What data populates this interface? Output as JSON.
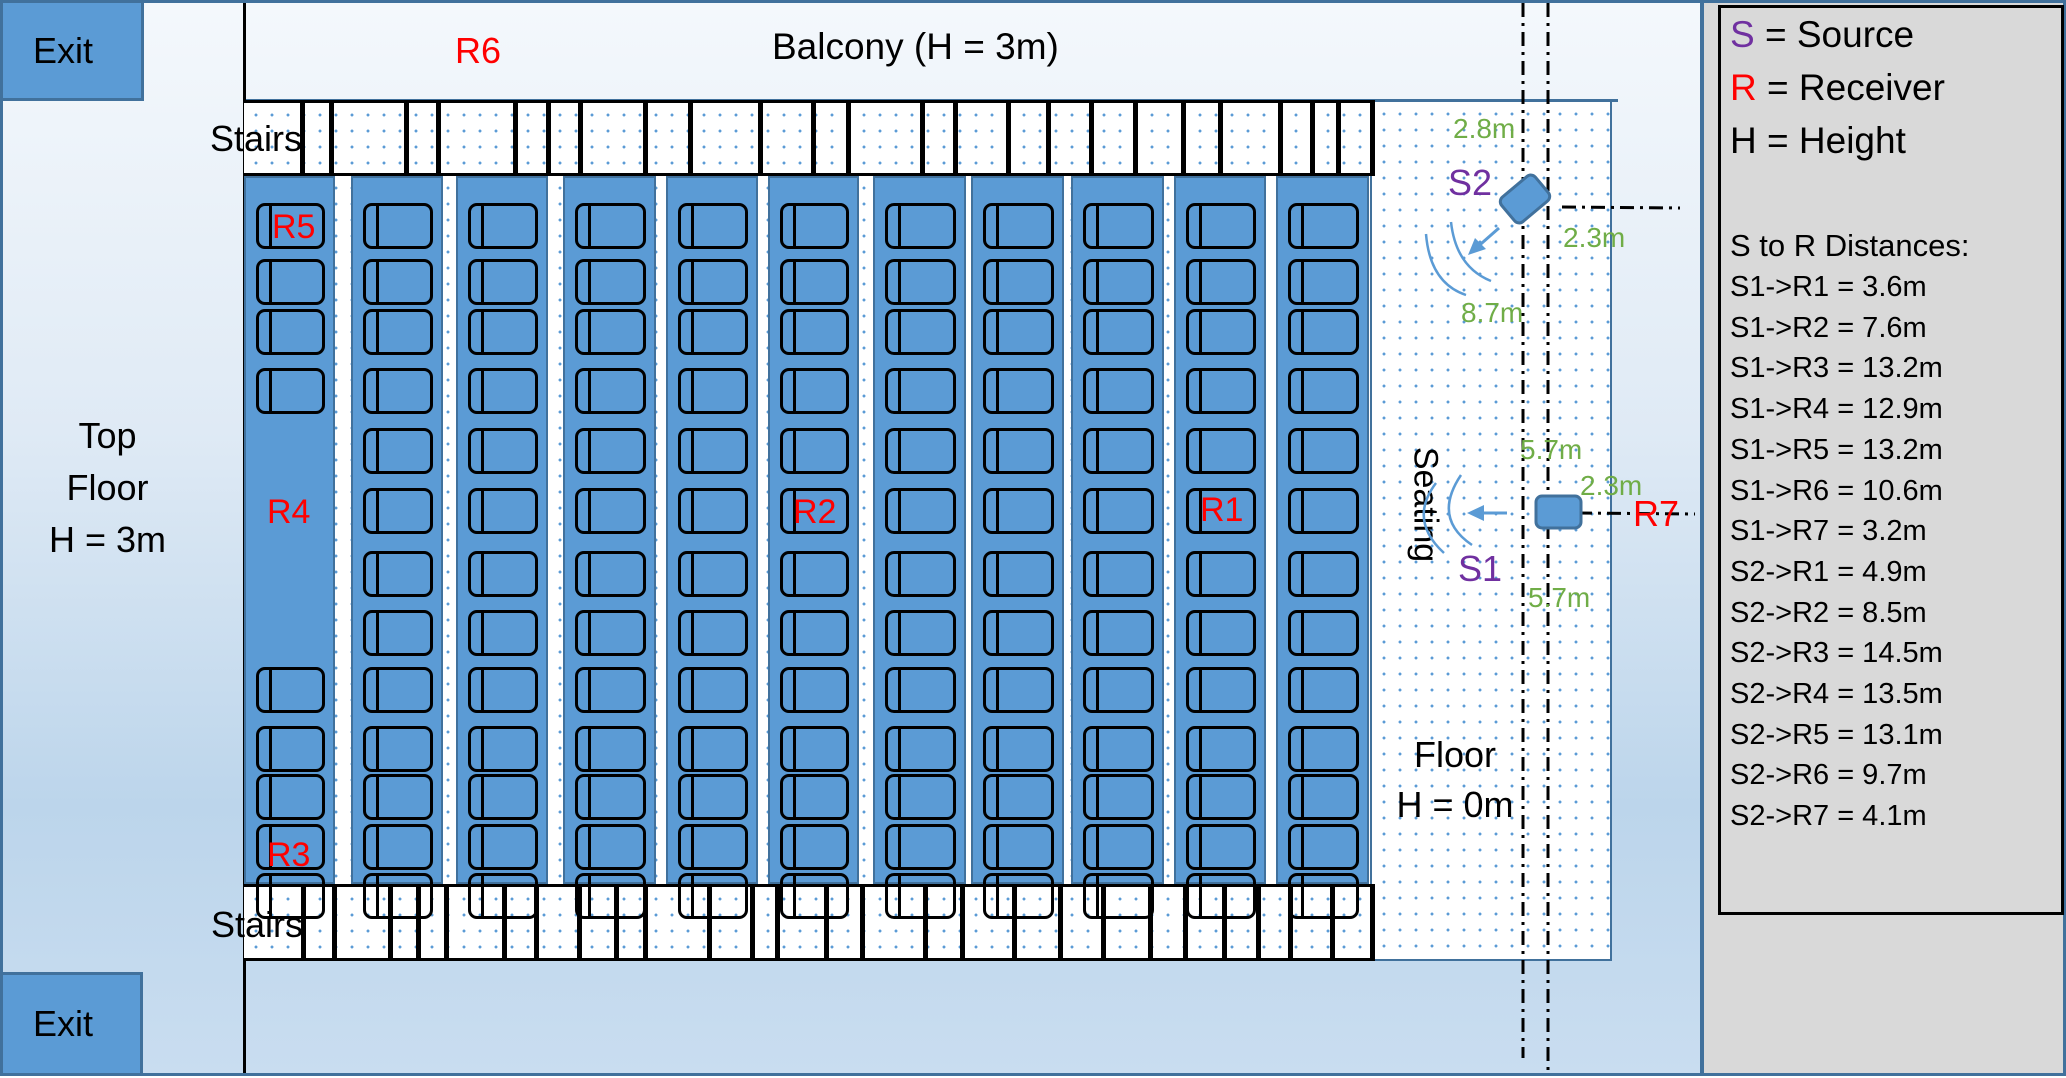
{
  "title": "Auditorium source/receiver layout",
  "exits": [
    {
      "label": "Exit"
    },
    {
      "label": "Exit"
    }
  ],
  "balcony": {
    "label": "Balcony (H = 3m)",
    "receiver": "R6"
  },
  "top_floor": {
    "line1": "Top",
    "line2": "Floor",
    "line3": "H = 3m"
  },
  "stairs": [
    {
      "label": "Stairs"
    },
    {
      "label": "Stairs"
    }
  ],
  "floor": {
    "line1": "Floor",
    "line2": "H = 0m"
  },
  "seating_label": "Seating",
  "receivers": {
    "R1": "R1",
    "R2": "R2",
    "R3": "R3",
    "R4": "R4",
    "R5": "R5",
    "R6": "R6",
    "R7": "R7"
  },
  "sources": {
    "S1": {
      "label": "S1",
      "dist_top": "5.7m",
      "dist_bottom": "5.7m",
      "dist_right": "2.3m"
    },
    "S2": {
      "label": "S2",
      "dist_top": "2.8m",
      "dist_right": "2.3m",
      "dist_bottom": "8.7m"
    }
  },
  "seat_columns": {
    "count": 11,
    "seats_per_column": 13,
    "first_column_top_seats": 4,
    "first_column_bottom_seats": 5
  },
  "colors": {
    "source": "#7030a0",
    "receiver": "#ff0000",
    "distance": "#70ad47",
    "seat_block": "#5b9bd5",
    "border": "#41719c"
  },
  "legend": {
    "keys": [
      {
        "symbol": "S",
        "text": " = Source",
        "color": "#7030a0"
      },
      {
        "symbol": "R",
        "text": " = Receiver",
        "color": "#ff0000"
      },
      {
        "symbol": "H",
        "text": " = Height",
        "color": "#000000"
      }
    ],
    "distances_title": "S to R Distances:",
    "distances": [
      "S1->R1 = 3.6m",
      "S1->R2 = 7.6m",
      "S1->R3 = 13.2m",
      "S1->R4 = 12.9m",
      "S1->R5 = 13.2m",
      "S1->R6 = 10.6m",
      "S1->R7 = 3.2m",
      "S2->R1 = 4.9m",
      "S2->R2 = 8.5m",
      "S2->R3 = 14.5m",
      "S2->R4 = 13.5m",
      "S2->R5 = 13.1m",
      "S2->R6 = 9.7m",
      "S2->R7 = 4.1m"
    ]
  }
}
